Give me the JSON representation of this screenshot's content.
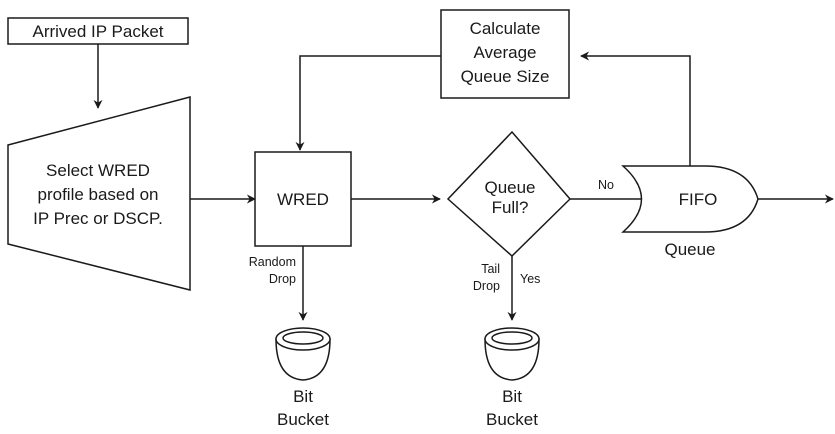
{
  "diagram": {
    "arrived_packet": "Arrived IP Packet",
    "select_profile": [
      "Select WRED",
      "profile based on",
      "IP Prec or DSCP."
    ],
    "calc_avg": [
      "Calculate",
      "Average",
      "Queue Size"
    ],
    "wred": "WRED",
    "decision": [
      "Queue",
      "Full?"
    ],
    "fifo": "FIFO",
    "queue_label": "Queue",
    "no_label": "No",
    "yes_label": "Yes",
    "random_drop": [
      "Random",
      "Drop"
    ],
    "tail_drop": [
      "Tail",
      "Drop"
    ],
    "bucket_left": [
      "Bit",
      "Bucket"
    ],
    "bucket_right": [
      "Bit",
      "Bucket"
    ]
  }
}
